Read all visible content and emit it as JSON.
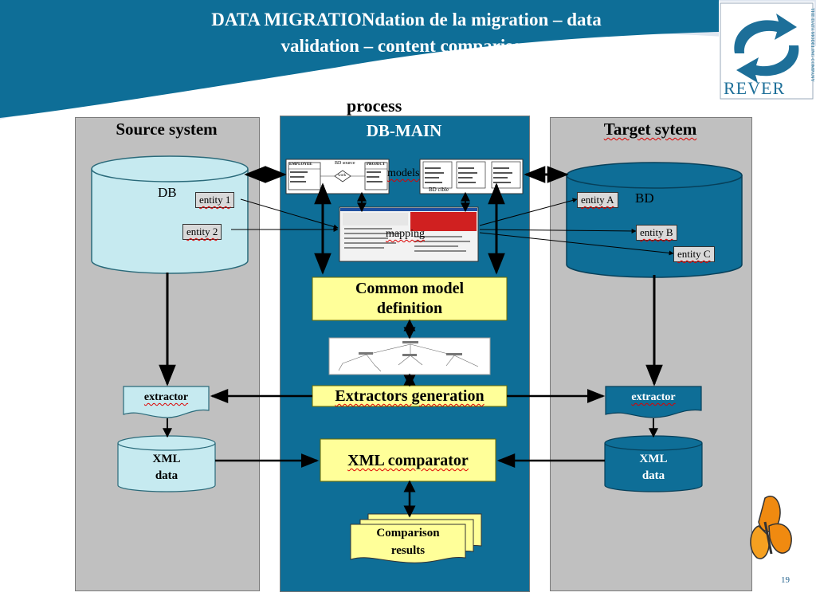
{
  "title_line1": "DATA MIGRATIONdation de la migration – data",
  "title_line2": "validation – content comparison",
  "process_label": "process",
  "logo_text": "REVER",
  "logo_tagline": "THE DATA MODELING COMPANY",
  "source": {
    "title": "Source system",
    "db_label": "DB",
    "entity1": "entity 1",
    "entity2": "entity 2",
    "extractor": "extractor",
    "xml_line1": "XML",
    "xml_line2": "data"
  },
  "dbmain": {
    "title": "DB-MAIN",
    "models_label": "models",
    "mapping_label": "mapping",
    "common_line1": "Common model",
    "common_line2": "definition",
    "extractors_gen": "Extractors generation",
    "xml_comparator": "XML comparator",
    "results_line1": "Comparison",
    "results_line2": "results",
    "thumb_left_title": "BD source",
    "thumb_right_title": "BD cible",
    "thumb_left_t1": "EMPLOYEE",
    "thumb_left_t2": "PROJECT",
    "thumb_left_rel": "work"
  },
  "target": {
    "title": "Target sytem",
    "db_label": "BD",
    "entityA": "entity A",
    "entityB": "entity B",
    "entityC": "entity C",
    "extractor": "extractor",
    "xml_line1": "XML",
    "xml_line2": "data"
  },
  "page_number": "19",
  "colors": {
    "header_blue": "#0e6e97",
    "light_blue_band": "#dfe6f0",
    "panel_gray": "#c0c0c0",
    "source_cyl": "#c6eaf0",
    "target_cyl": "#0e6e97",
    "yellow_box": "#ffff99"
  }
}
